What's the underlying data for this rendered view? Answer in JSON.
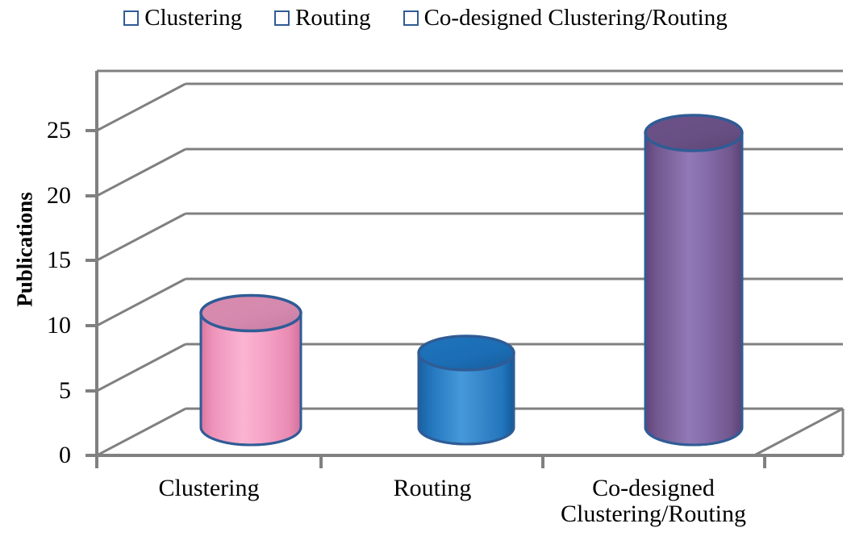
{
  "chart_data": {
    "type": "bar",
    "render_style": "3d-cylinder",
    "title": "",
    "subtitle": "",
    "xlabel": "",
    "ylabel": "Publications",
    "categories": [
      "Clustering",
      "Routing",
      "Co-designed Clustering/Routing"
    ],
    "category_lines": [
      [
        "Clustering"
      ],
      [
        "Routing"
      ],
      [
        "Co-designed",
        "Clustering/Routing"
      ]
    ],
    "values": [
      9,
      6,
      23
    ],
    "series": [
      {
        "name": "Clustering",
        "values": [
          9
        ],
        "color": "#F092B8"
      },
      {
        "name": "Routing",
        "values": [
          6
        ],
        "color": "#2E7FC1"
      },
      {
        "name": "Co-designed Clustering/Routing",
        "values": [
          23
        ],
        "color": "#7B5FA0"
      }
    ],
    "ylim": [
      0,
      25
    ],
    "yticks": [
      0,
      5,
      10,
      15,
      20,
      25
    ],
    "ytick_labels": [
      "0",
      "5",
      "10",
      "15",
      "20",
      "25"
    ],
    "grid": true,
    "grid_axis": "y",
    "legend_position": "top"
  },
  "legend": {
    "items": [
      {
        "label": "Clustering",
        "color": "#F092B8",
        "border": "#2F5C96"
      },
      {
        "label": "Routing",
        "color": "#2E7FC1",
        "border": "#2F5C96"
      },
      {
        "label": "Co-designed Clustering/Routing",
        "color": "#7B5FA0",
        "border": "#2F5C96"
      }
    ]
  },
  "axes": {
    "y_title": "Publications",
    "y_tick_labels": [
      "25",
      "20",
      "15",
      "10",
      "5",
      "0"
    ],
    "x_tick_labels": [
      "Clustering",
      "Routing",
      "Co-designed\nClustering/Routing"
    ]
  },
  "colors": {
    "pink_light": "#F9AFCE",
    "pink_base": "#F092B8",
    "pink_dark": "#D4729C",
    "blue_light": "#4A9BD8",
    "blue_base": "#2E7FC1",
    "blue_dark": "#1A63A0",
    "purple_light": "#8E74B4",
    "purple_base": "#7B5FA0",
    "purple_dark": "#63487F",
    "outline": "#2F5C96",
    "axis": "#808080",
    "grid": "#808080"
  }
}
